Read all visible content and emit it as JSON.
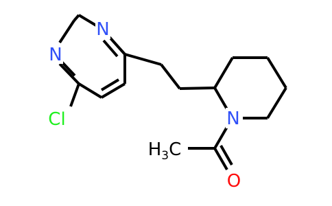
{
  "molecule": {
    "atoms": {
      "n_top": "N",
      "n_left": "N",
      "chlorine": "Cl",
      "n_piperidine": "N",
      "oxygen": "O",
      "methyl_main": "H",
      "methyl_sub": "3",
      "methyl_tail": "C"
    },
    "colors": {
      "carbon_bonds": "#000000",
      "nitrogen": "#3050F8",
      "chlorine": "#1FF01F",
      "oxygen": "#FF0D0D",
      "methyl_text": "#000000"
    }
  }
}
